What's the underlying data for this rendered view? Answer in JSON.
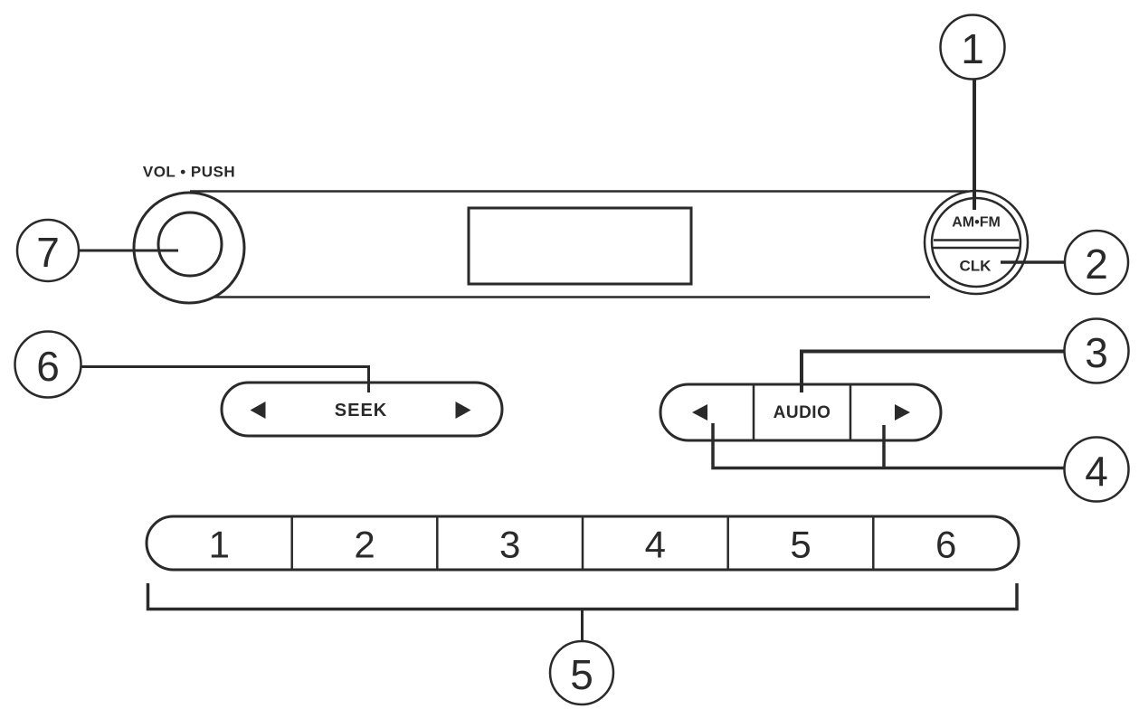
{
  "colors": {
    "line_color": "#2a2a2a",
    "background": "#ffffff"
  },
  "radio": {
    "volume_label": "VOL • PUSH",
    "band_clock_button": {
      "top_label": "AM•FM",
      "bottom_label": "CLK"
    },
    "seek_button_label": "SEEK",
    "audio_button_label": "AUDIO",
    "preset_buttons": [
      "1",
      "2",
      "3",
      "4",
      "5",
      "6"
    ]
  },
  "callouts": [
    {
      "number": "1"
    },
    {
      "number": "2"
    },
    {
      "number": "3"
    },
    {
      "number": "4"
    },
    {
      "number": "5"
    },
    {
      "number": "6"
    },
    {
      "number": "7"
    }
  ]
}
